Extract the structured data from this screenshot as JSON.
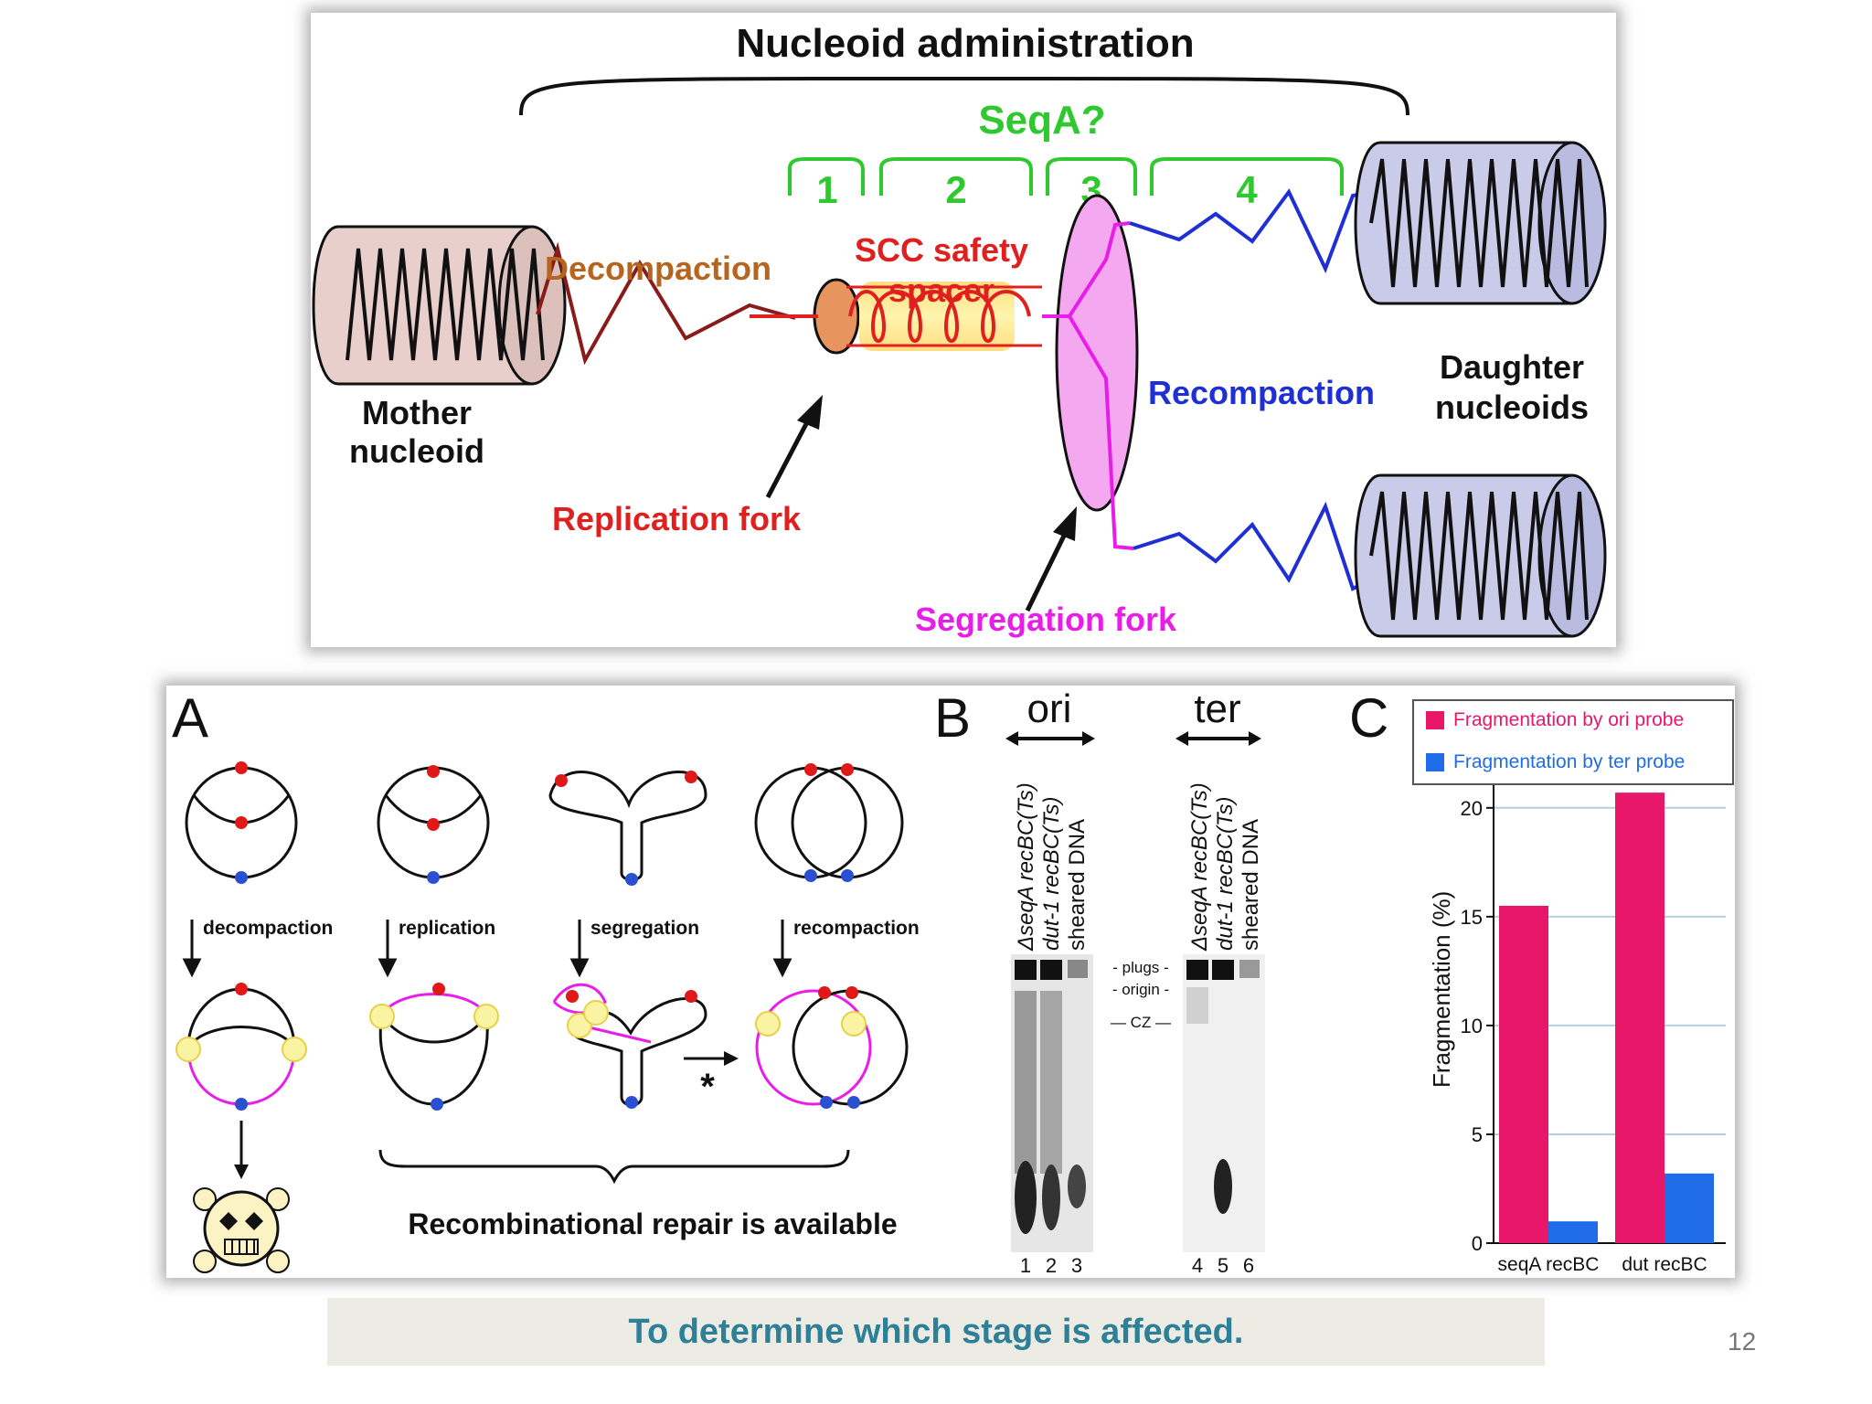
{
  "top": {
    "title": "Nucleoid administration",
    "seqa": "SeqA?",
    "stages": [
      "1",
      "2",
      "3",
      "4"
    ],
    "decompaction": "Decompaction",
    "scc_line1": "SCC safety",
    "scc_line2": "spacer",
    "recompaction": "Recompaction",
    "daughter_line1": "Daughter",
    "daughter_line2": "nucleoids",
    "mother_line1": "Mother",
    "mother_line2": "nucleoid",
    "replication_fork": "Replication fork",
    "segregation_fork": "Segregation fork",
    "colors": {
      "decompaction": "#b5651d",
      "scc": "#e0201f",
      "recompaction": "#1f2fd6",
      "seqa": "#2fc92f",
      "segregation": "#e81ee8"
    }
  },
  "panel_a": {
    "letter": "A",
    "steps": [
      "decompaction",
      "replication",
      "segregation",
      "recompaction"
    ],
    "asterisk": "*",
    "repair_label": "Recombinational repair is available"
  },
  "panel_b": {
    "letter": "B",
    "ori": "ori",
    "ter": "ter",
    "lanes_ori": [
      "ΔseqA recBC(Ts)",
      "dut-1 recBC(Ts)",
      "sheared DNA"
    ],
    "lanes_ter": [
      "ΔseqA recBC(Ts)",
      "dut-1 recBC(Ts)",
      "sheared DNA"
    ],
    "markers": [
      "- plugs -",
      "- origin -",
      "— CZ —"
    ],
    "lane_numbers": [
      "1",
      "2",
      "3",
      "4",
      "5",
      "6"
    ]
  },
  "panel_c": {
    "letter": "C",
    "chart_data": {
      "type": "bar",
      "categories": [
        "seqA recBC",
        "dut recBC"
      ],
      "series": [
        {
          "name": "Fragmentation by ori probe",
          "values": [
            15.5,
            20.7
          ],
          "color": "#e8176a"
        },
        {
          "name": "Fragmentation by ter probe",
          "values": [
            1.0,
            3.2
          ],
          "color": "#1f6be8"
        }
      ],
      "ylabel": "Fragmentation (%)",
      "ylim": [
        0,
        21
      ],
      "yticks": [
        0,
        5,
        10,
        15,
        20
      ],
      "grid": true,
      "legend": "top"
    }
  },
  "caption": "To determine which stage is affected.",
  "slide_number": "12"
}
